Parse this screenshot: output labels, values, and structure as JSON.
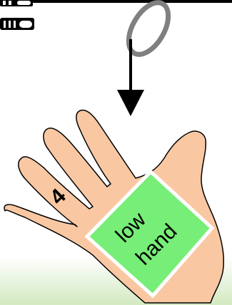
{
  "diagram": {
    "finger_label": "4",
    "card": {
      "line1": "low",
      "line2": "hand"
    }
  },
  "colors": {
    "skin": "#F9C8A3",
    "outline": "#000000",
    "card_fill": "#77EE77",
    "card_border": "#FFFFFF",
    "ring": "#808080",
    "floor_top": "#FFFFFF",
    "floor_bottom": "#D3E9C1",
    "arrow": "#000000"
  },
  "icons": {
    "top_left_1": "binder-clip-icon",
    "top_left_2": "binder-clip-icon"
  }
}
